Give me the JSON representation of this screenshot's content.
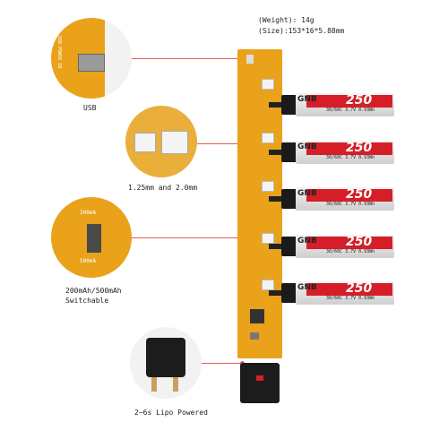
{
  "specs": {
    "weight": "(Weight): 14g",
    "size": "(Size):153*16*5.88mm"
  },
  "callouts": {
    "usb": "USB",
    "connectors": "1.25mm and 2.0mm",
    "switch_line1": "200mAh/500mAh",
    "switch_line2": "Switchable",
    "power": "2~6s Lipo Powered"
  },
  "board_labels": {
    "usb_power": "USB POWER IN",
    "switch_high": "200mA",
    "switch_low": "500mA"
  },
  "battery": {
    "brand": "GNB",
    "capacity": "250",
    "spec": "30/60C 3.7V 0.93Wh"
  },
  "batteries_count": 5,
  "accent_colors": {
    "pcb": "#e9a21a",
    "battery_red": "#d51e27",
    "callout_line": "#e85a5a"
  }
}
